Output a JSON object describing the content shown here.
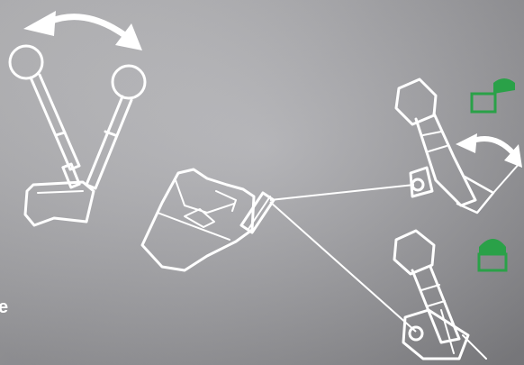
{
  "figure": {
    "edge_text": "e",
    "colors": {
      "background_light": "#c9c9cc",
      "background_dark": "#8f8f93",
      "outline": "#ffffff",
      "lock_green": "#2aa148"
    },
    "illustrations": [
      {
        "name": "joystick-swing-illustration",
        "shows": "two-stick-positions-with-curved-double-arrow"
      },
      {
        "name": "joystick-base-illustration",
        "shows": "joystick-base-with-hinge"
      },
      {
        "name": "stick-tilted-unlocked",
        "icon": "padlock-open-icon",
        "arrow": "curved-double-arrow"
      },
      {
        "name": "stick-upright-locked",
        "icon": "padlock-closed-icon"
      }
    ]
  }
}
